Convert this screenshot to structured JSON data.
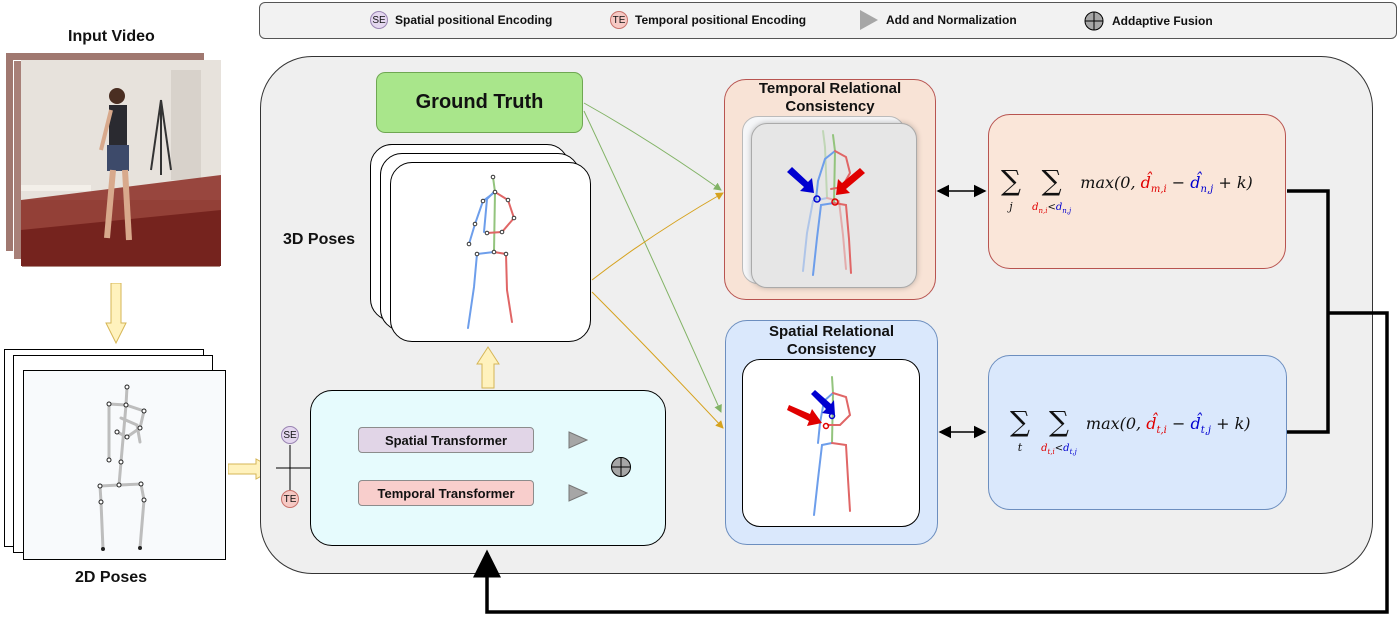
{
  "legend": {
    "se_badge": "SE",
    "se_label": "Spatial positional Encoding",
    "te_badge": "TE",
    "te_label": "Temporal positional Encoding",
    "add_norm_label": "Add and Normalization",
    "fusion_label": "Addaptive Fusion"
  },
  "input_video_label": "Input Video",
  "poses2d_label": "2D Poses",
  "poses3d_label": "3D Poses",
  "ground_truth_label": "Ground Truth",
  "transformer": {
    "spatial_label": "Spatial Transformer",
    "temporal_label": "Temporal Transformer",
    "se_badge": "SE",
    "te_badge": "TE"
  },
  "temporal_consistency_title": "Temporal Relational Consistency",
  "spatial_consistency_title": "Spatial Relational Consistency",
  "temporal_loss": {
    "outer_index": "j",
    "inner_index_a": "d",
    "inner_sub_a": "n,i",
    "inner_rel": "<",
    "inner_index_b": "d",
    "inner_sub_b": "n,j",
    "head": "max(0, ",
    "term_a": "d̂",
    "term_a_sub": "m,i",
    "minus": " − ",
    "term_b": "d̂",
    "term_b_sub": "n,j",
    "tail": " + k)"
  },
  "spatial_loss": {
    "outer_index": "t",
    "inner_index_a": "d",
    "inner_sub_a": "t,i",
    "inner_rel": "<",
    "inner_index_b": "d",
    "inner_sub_b": "t,j",
    "head": "max(0, ",
    "term_a": "d̂",
    "term_a_sub": "t,i",
    "minus": " − ",
    "term_b": "d̂",
    "term_b_sub": "t,j",
    "tail": " + k)"
  },
  "colors": {
    "ground_truth_fill": "#a9e68b",
    "temporal_panel": "#f8e3d6",
    "spatial_panel": "#dae8fc",
    "transformer_panel": "#e6fbfd",
    "spatial_transformer_fill": "#e1d5e7",
    "temporal_transformer_fill": "#f8cecc",
    "arrow_green": "#82b366",
    "arrow_orange": "#d6a21e",
    "arrow_yellow_fill": "#fff2bd",
    "highlight_red": "#e00000",
    "highlight_blue": "#0000d0"
  }
}
